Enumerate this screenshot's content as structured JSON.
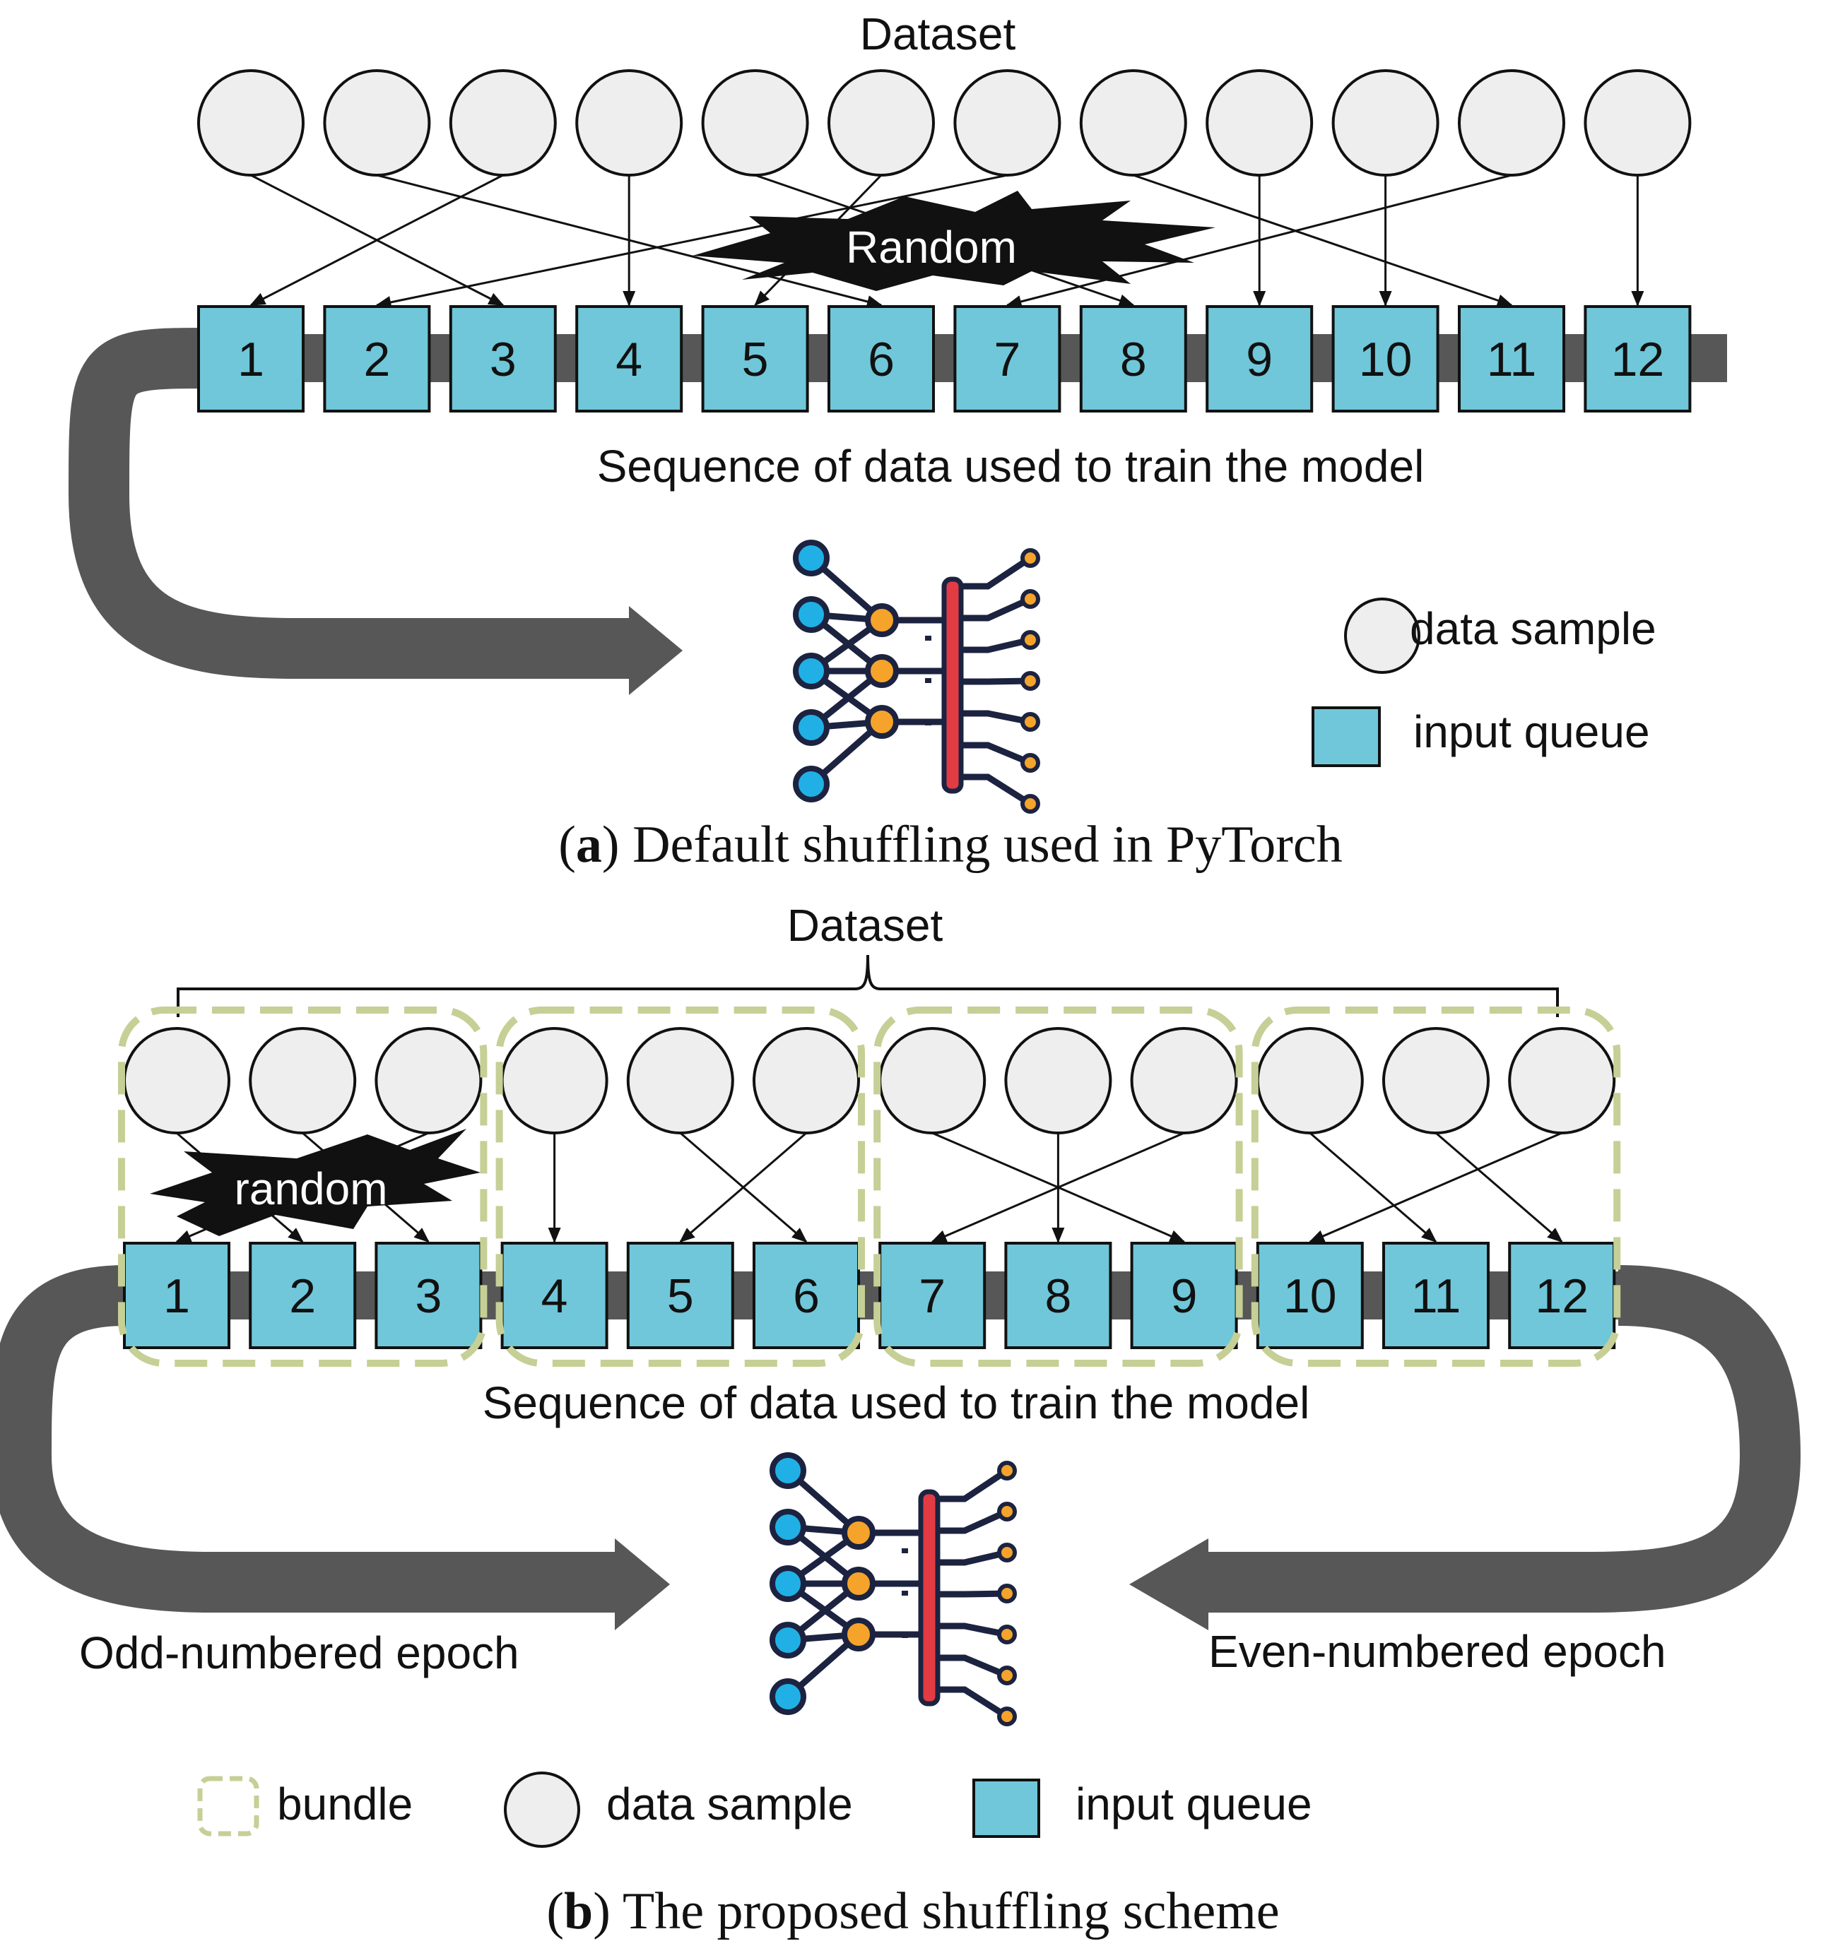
{
  "colors": {
    "circle_fill": "#eeeeee",
    "queue_fill": "#70c7d9",
    "track": "#575757",
    "bundle": "#c6cf95",
    "nn_blue": "#20b0e6",
    "nn_orange": "#f5a32a",
    "nn_red": "#e33b44",
    "nn_dark": "#1c2340"
  },
  "panel_a": {
    "dataset_label": "Dataset",
    "random_label": "Random",
    "queue_numbers": [
      "1",
      "2",
      "3",
      "4",
      "5",
      "6",
      "7",
      "8",
      "9",
      "10",
      "11",
      "12"
    ],
    "sequence_label": "Sequence of data used to train the model",
    "legend": {
      "data_sample": "data sample",
      "input_queue": "input queue"
    },
    "caption_letter": "a",
    "caption_text": " Default shuffling used in PyTorch"
  },
  "panel_b": {
    "dataset_label": "Dataset",
    "random_label": "random",
    "queue_numbers": [
      "1",
      "2",
      "3",
      "4",
      "5",
      "6",
      "7",
      "8",
      "9",
      "10",
      "11",
      "12"
    ],
    "sequence_label": "Sequence of data used to train the model",
    "odd_epoch_label": "Odd-numbered epoch",
    "even_epoch_label": "Even-numbered epoch",
    "legend": {
      "bundle": "bundle",
      "data_sample": "data sample",
      "input_queue": "input queue"
    },
    "caption_letter": "b",
    "caption_text": " The proposed shuffling scheme"
  }
}
